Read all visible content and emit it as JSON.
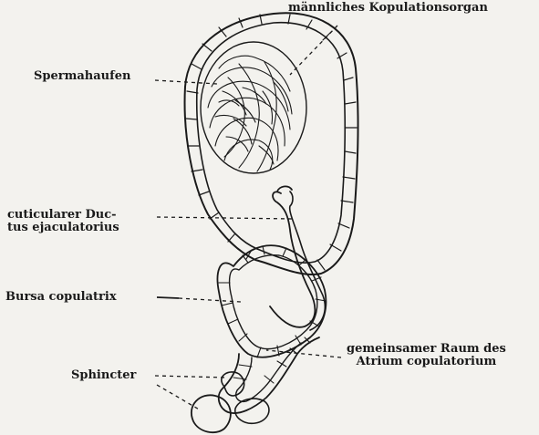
{
  "labels": {
    "organ": "männliches Kopulationsorgan",
    "sperma": "Spermahaufen",
    "ductus_line1": "cuticularer Duc-",
    "ductus_line2": "tus ejaculatorius",
    "bursa": "Bursa copulatrix",
    "atrium_line1": "gemeinsamer Raum des",
    "atrium_line2": "Atrium copulatorium",
    "sphincter": "Sphincter"
  },
  "colors": {
    "ink": "#1a1a1a",
    "paper": "#f3f2ee"
  }
}
